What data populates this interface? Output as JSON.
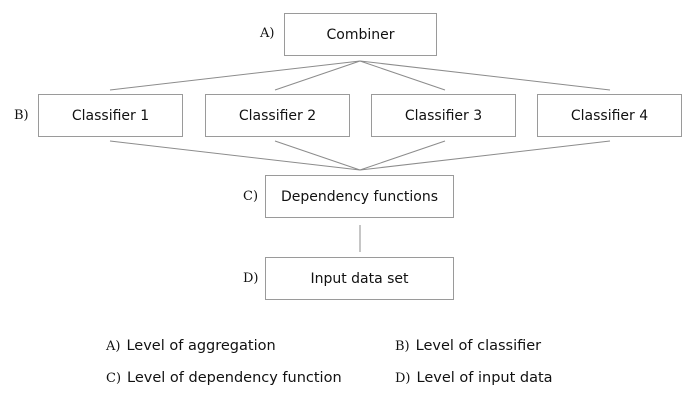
{
  "levels": {
    "a": {
      "tag": "A)",
      "nodes": [
        "Combiner"
      ]
    },
    "b": {
      "tag": "B)",
      "nodes": [
        "Classifier 1",
        "Classifier 2",
        "Classifier 3",
        "Classifier 4"
      ]
    },
    "c": {
      "tag": "C)",
      "nodes": [
        "Dependency functions"
      ]
    },
    "d": {
      "tag": "D)",
      "nodes": [
        "Input data set"
      ]
    }
  },
  "legend": [
    {
      "key": "A)",
      "text": "Level of aggregation"
    },
    {
      "key": "B)",
      "text": "Level of classifier"
    },
    {
      "key": "C)",
      "text": "Level of dependency function"
    },
    {
      "key": "D)",
      "text": "Level of input data"
    }
  ],
  "colors": {
    "line": "#8c8c8c",
    "border": "#9a9a9a",
    "text": "#111111"
  }
}
